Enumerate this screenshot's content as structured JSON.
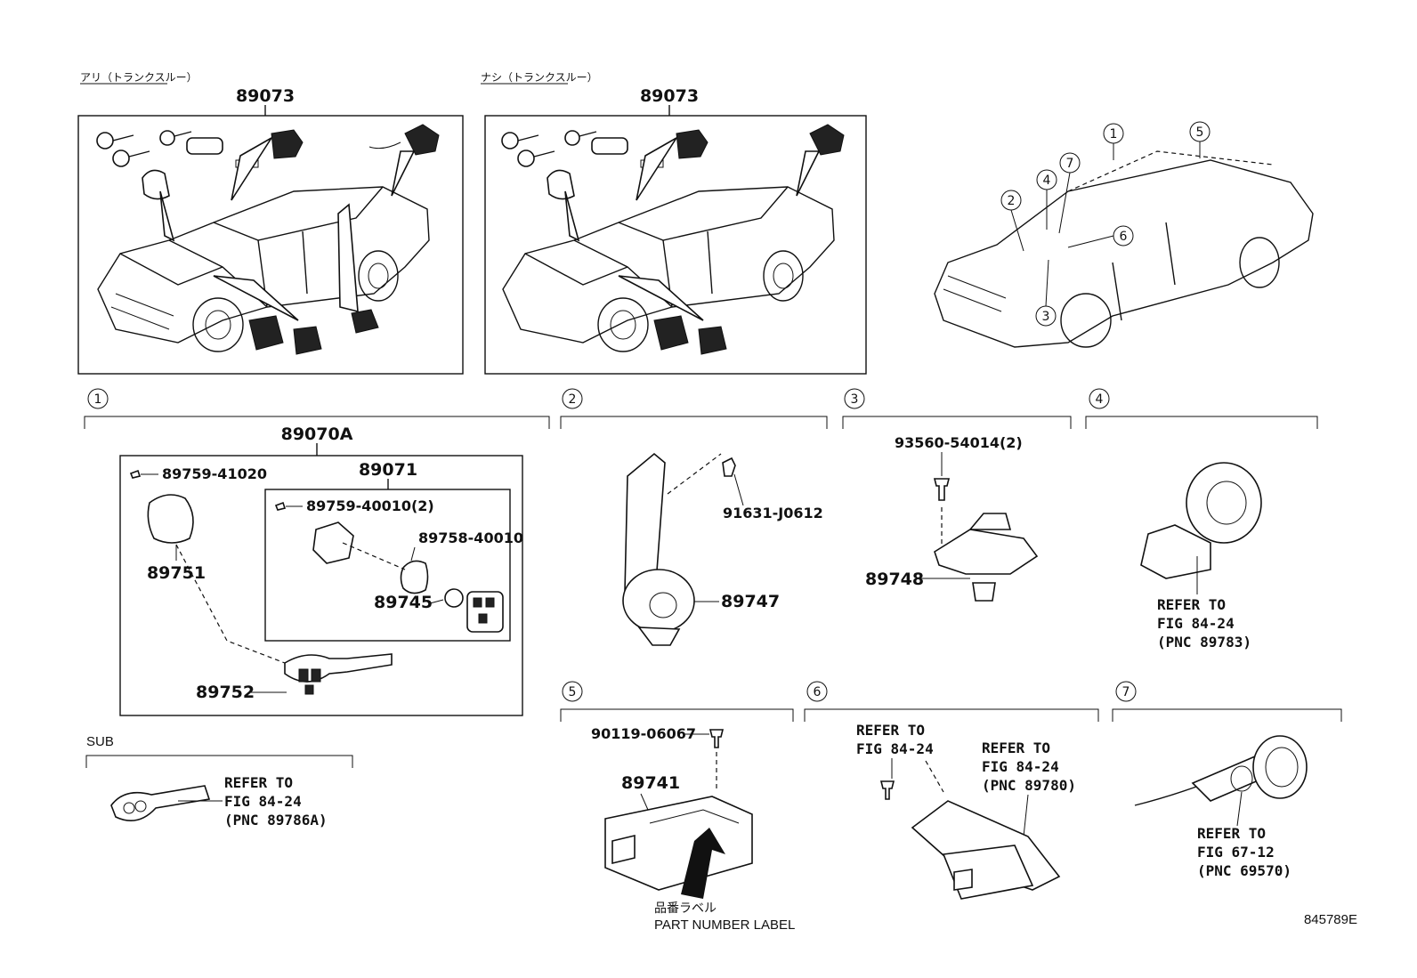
{
  "variants": {
    "with_trunk_through": {
      "label": "アリ（トランクスルー）",
      "part": "89073"
    },
    "without_trunk_through": {
      "label": "ナシ（トランクスルー）",
      "part": "89073"
    }
  },
  "callout_numbers": [
    "1",
    "2",
    "3",
    "4",
    "5",
    "6",
    "7"
  ],
  "sections": {
    "s1": {
      "number": "1",
      "assembly": "89070A",
      "sub_assembly": "89071",
      "parts": {
        "screw_a": "89759-41020",
        "cover_a": "89751",
        "screw_b": "89759-40010(2)",
        "case_b": "89758-40010",
        "battery": "89745",
        "key": "89752"
      }
    },
    "s2": {
      "number": "2",
      "screw": "91631-J0612",
      "part": "89747"
    },
    "s3": {
      "number": "3",
      "bolt": "93560-54014(2)",
      "part": "89748"
    },
    "s4": {
      "number": "4",
      "refer": [
        "REFER TO",
        "FIG 84-24",
        "(PNC 89783)"
      ]
    },
    "s5": {
      "number": "5",
      "screw": "90119-06067",
      "part": "89741",
      "label_jp": "品番ラベル",
      "label_en": "PART NUMBER LABEL"
    },
    "s6": {
      "number": "6",
      "refer_a": [
        "REFER TO",
        "FIG 84-24"
      ],
      "refer_b": [
        "REFER TO",
        "FIG 84-24",
        "(PNC 89780)"
      ]
    },
    "s7": {
      "number": "7",
      "refer": [
        "REFER TO",
        "FIG 67-12",
        "(PNC 69570)"
      ]
    },
    "sub": {
      "label": "SUB",
      "refer": [
        "REFER TO",
        "FIG 84-24",
        "(PNC 89786A)"
      ]
    }
  },
  "diagram_id": "845789E"
}
